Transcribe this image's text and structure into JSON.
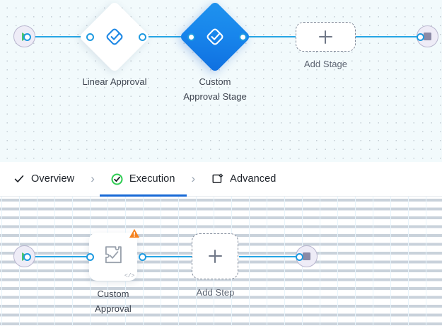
{
  "theme": {
    "edge_color": "#26a5e4",
    "port_border": "#1e9ae0",
    "selected_node_blue": "#1886ec",
    "active_tab_underline": "#1769d6",
    "warning_orange": "#f5821f",
    "success_green": "#2ecc52",
    "start_green": "#4cc46b",
    "stage_canvas_bg": "#f2fafc",
    "step_canvas_bg": "#ffffff"
  },
  "stage_canvas": {
    "name": "stage-flow-canvas",
    "start_node": {
      "icon": "play-icon",
      "label": ""
    },
    "end_node": {
      "icon": "stop-square-icon",
      "label": ""
    },
    "stages": [
      {
        "id": "linear-approval",
        "label": "Linear Approval",
        "icon": "check-diamond-icon",
        "selected": false
      },
      {
        "id": "custom-approval-stage",
        "label": "Custom\nApproval Stage",
        "icon": "check-diamond-icon",
        "selected": true
      }
    ],
    "add_stage": {
      "label": "Add Stage",
      "icon": "plus-icon"
    }
  },
  "tabs": {
    "separator": "›",
    "items": [
      {
        "id": "overview",
        "label": "Overview",
        "icon": "check-icon",
        "active": false
      },
      {
        "id": "execution",
        "label": "Execution",
        "icon": "check-circle-icon",
        "active": true
      },
      {
        "id": "advanced",
        "label": "Advanced",
        "icon": "config-window-icon",
        "active": false
      }
    ]
  },
  "step_canvas": {
    "name": "step-flow-canvas",
    "start_node": {
      "icon": "play-icon",
      "label": ""
    },
    "end_node": {
      "icon": "stop-square-icon",
      "label": ""
    },
    "steps": [
      {
        "id": "custom-approval",
        "label": "Custom\nApproval",
        "icon": "puzzle-check-icon",
        "badge": "warning-triangle-icon",
        "code_badge": "</>"
      }
    ],
    "add_step": {
      "label": "Add Step",
      "icon": "plus-icon"
    }
  }
}
